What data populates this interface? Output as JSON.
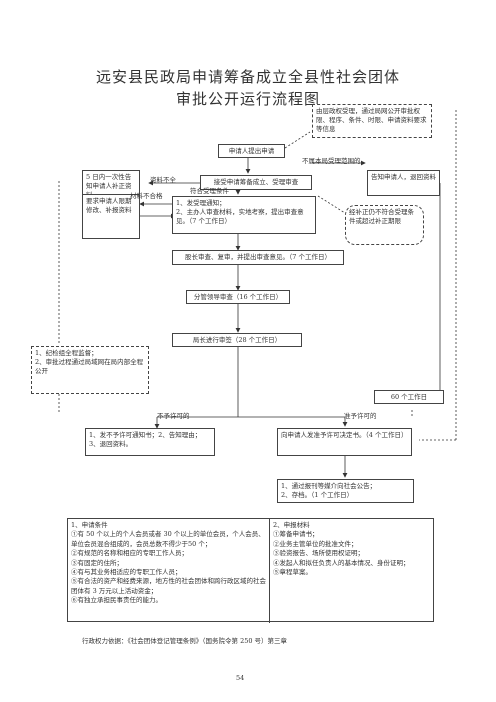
{
  "title_line1": "远安县民政局申请筹备成立全县性社会团体",
  "title_line2": "审批公开运行流程图",
  "nodes": {
    "apply": "申请人提出申请",
    "publish_note": "由层政权受理，通过局网公开审批权限、程序、条件、时限、申请资料要求等信息",
    "notify_supplement": "5 日内一次性告知申请人补正资料",
    "accept": "接受申请筹备成立、受理审查",
    "reject_scope": "告知申请人，退回资料",
    "supplement_req": "要求申请人限期修改、补报资料",
    "review": "1、发受理通知；\n2、主办人审查材料，实地考察，提出审查意见。（7 个工作日）",
    "note_unqualified": "经补正仍不符合受理条件或超过补正期限",
    "section_review": "股长审查、复审，并提出审查意见。（7 个工作日）",
    "leader_review": "分管领导审查（16 个工作日）",
    "director_sign": "局长进行审签（28 个工作日）",
    "supervision": "1、纪检组全程监督；\n2、审批过程通过局域网在局内部全程公开",
    "sixty_days": "60 个工作日",
    "deny_box": "1、发不予许可通知书；2、告知理由；\n3、退回资料。",
    "approve_box": "向申请人发准予许可决定书。（4 个工作日）",
    "announce_box": "1、通过报刊等媒介向社会公告；\n2、存档。（1 个工作日）"
  },
  "labels": {
    "materials_incomplete": "资料不全",
    "not_in_scope": "不属本局受理范围的",
    "materials_unqualified": "材料不合格",
    "meets_conditions": "符合受理条件",
    "deny": "不予许可的",
    "approve": "准予许可的"
  },
  "conditions": {
    "left": "1、申请条件\n①有 50 个以上的个人会员或者 30 个以上的单位会员，个人会员、单位会员混合组成的，会员总数不得少于50 个；\n②有规范的名称和相应的专职工作人员；\n③有固定的住所；\n④有与其业务相适应的专职工作人员；\n⑤有合法的资产和经费来源，地方性的社会团体和跨行政区域的社会团体有 3 万元以上活动资金；\n⑥有独立承担民事责任的能力。",
    "right": "2、申报材料\n①筹备申请书；\n②业务主管单位的批准文件；\n③验资报告、场所使用权证明；\n④发起人和拟任负责人的基本情况、身份证明；\n⑤章程草案。"
  },
  "footer": "行政权力依据：《社会团体登记管理条例》（国务院令第 250 号）第三章",
  "page_number": "54"
}
